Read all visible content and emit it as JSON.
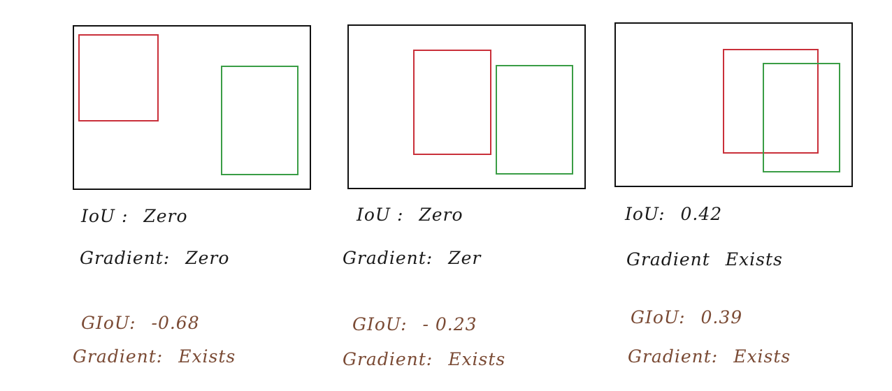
{
  "colors": {
    "frame": "#111111",
    "red_box": "#c9303a",
    "green_box": "#3a9d45",
    "ink": "#1a1a1a",
    "brown_ink": "#7a4a34"
  },
  "panels": [
    {
      "iou_label": "IoU :",
      "iou_value": "Zero",
      "grad_label": "Gradient:",
      "grad_value": "Zero",
      "giou_label": "GIoU:",
      "giou_value": "-0.68",
      "giou_grad_label": "Gradient:",
      "giou_grad_value": "Exists"
    },
    {
      "iou_label": "IoU :",
      "iou_value": "Zero",
      "grad_label": "Gradient:",
      "grad_value": "Zer",
      "giou_label": "GIoU:",
      "giou_value": "- 0.23",
      "giou_grad_label": "Gradient:",
      "giou_grad_value": "Exists"
    },
    {
      "iou_label": "IoU:",
      "iou_value": "0.42",
      "grad_label": "Gradient",
      "grad_value": "Exists",
      "giou_label": "GIoU:",
      "giou_value": "0.39",
      "giou_grad_label": "Gradient:",
      "giou_grad_value": "Exists"
    }
  ]
}
